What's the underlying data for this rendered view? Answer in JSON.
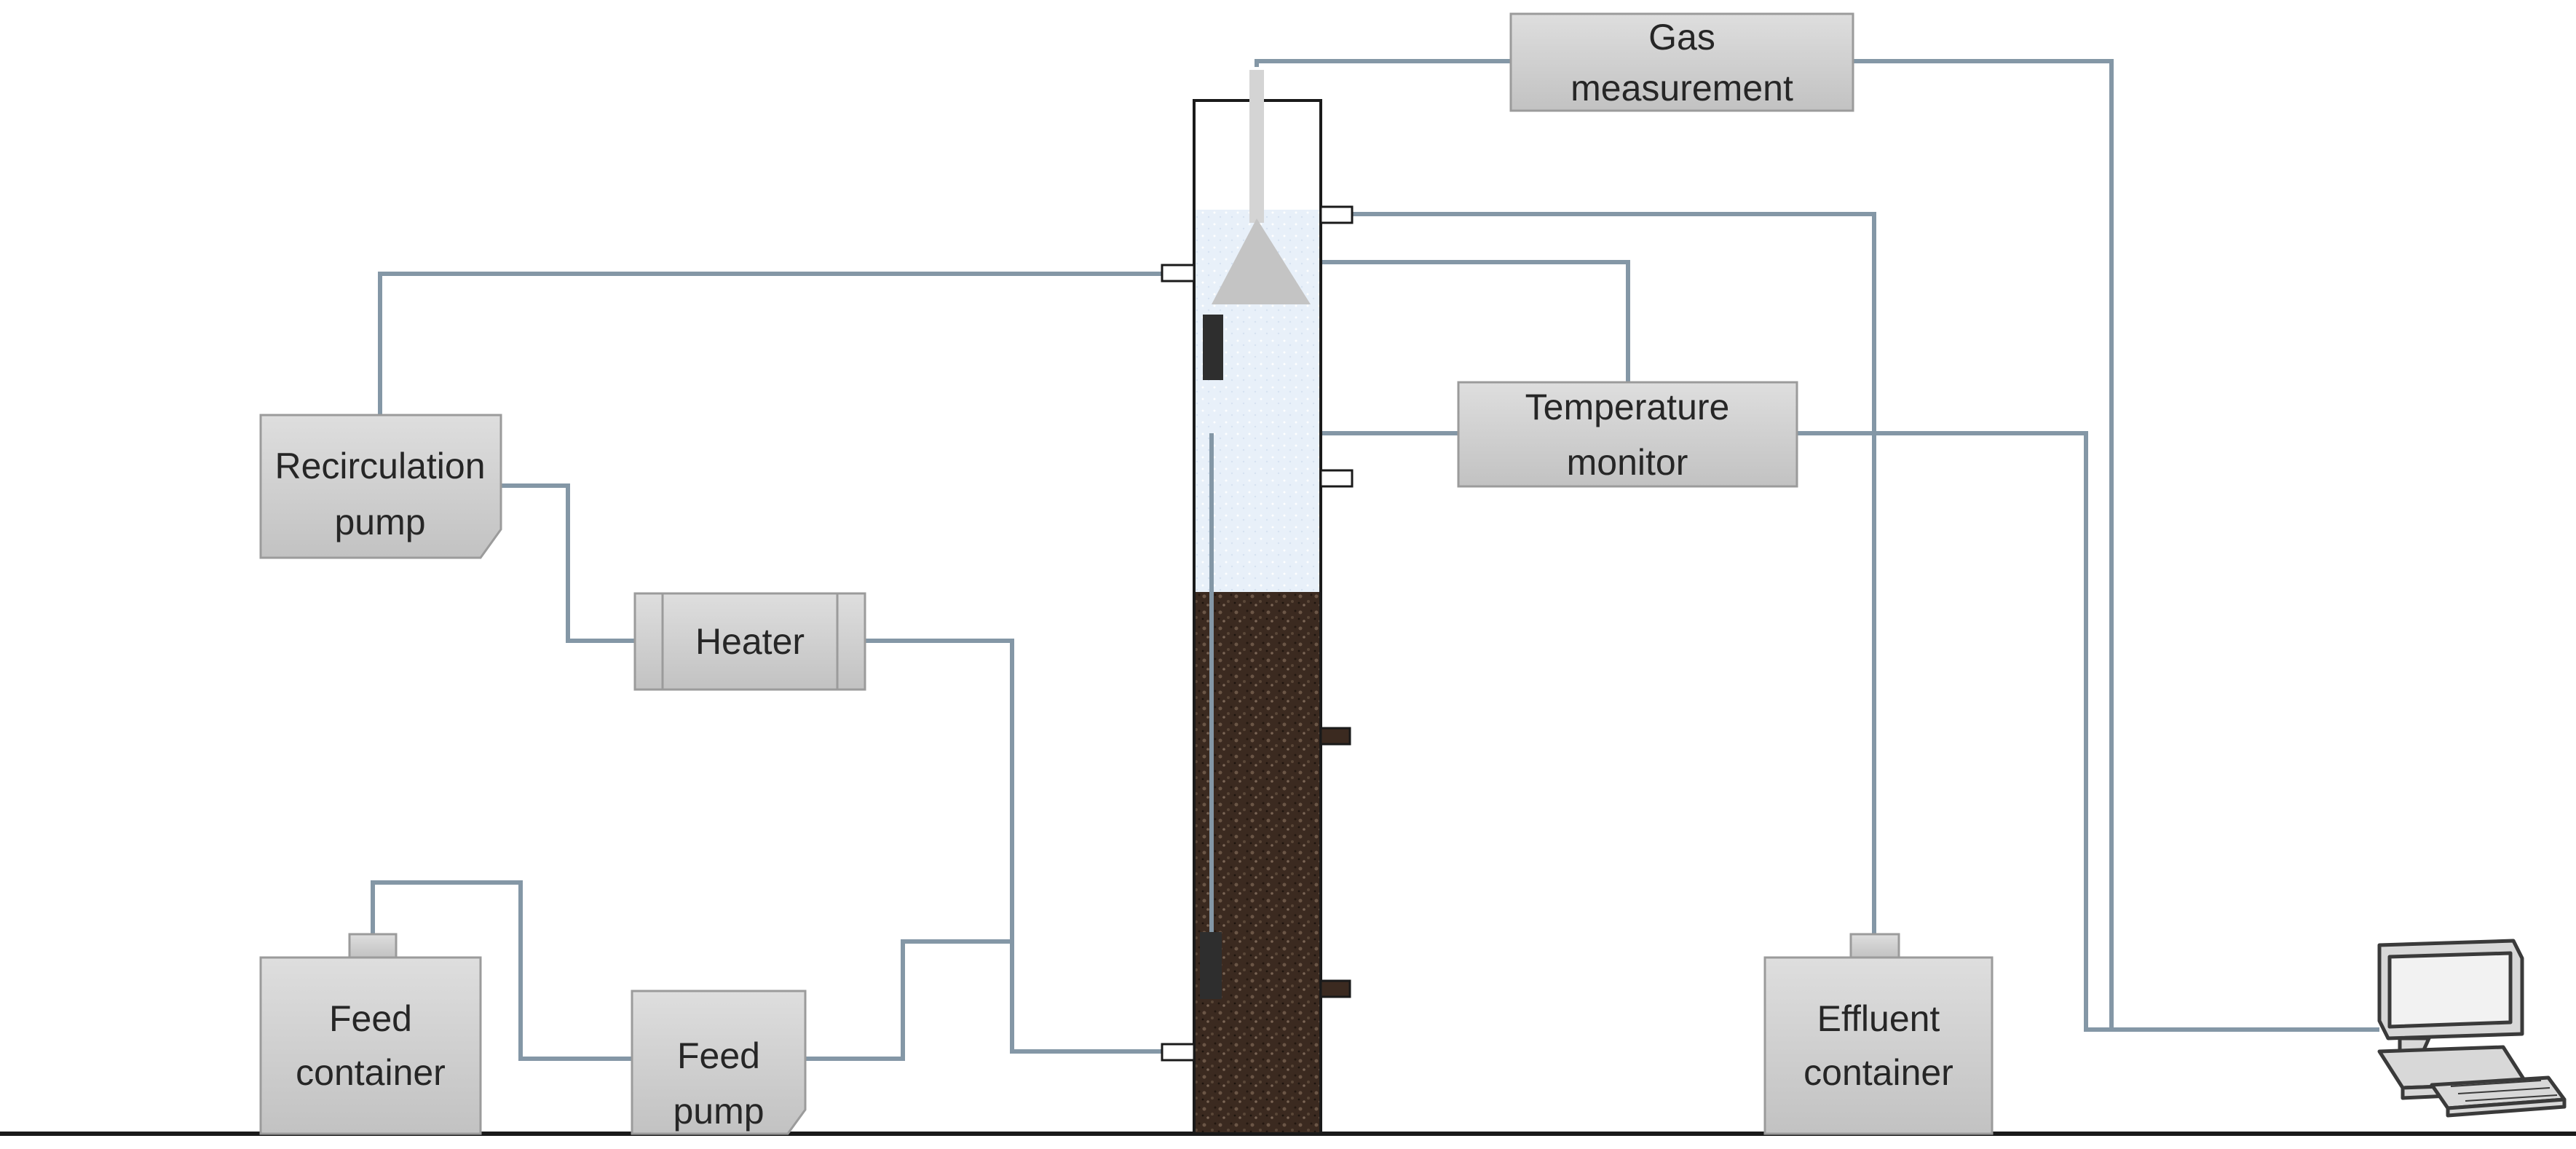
{
  "labels": {
    "gas": [
      "Gas",
      "measurement"
    ],
    "temperature": [
      "Temperature",
      "monitor"
    ],
    "recirculation": [
      "Recirculation",
      "pump"
    ],
    "heater": "Heater",
    "feed_container": [
      "Feed",
      "container"
    ],
    "feed_pump": [
      "Feed",
      "pump"
    ],
    "effluent": [
      "Effluent",
      "container"
    ]
  },
  "colors": {
    "pipe": "#8497a6",
    "box_fill": "#c8c8c8",
    "box_stroke": "#9b9b9b",
    "sludge": "#3b2a20",
    "liquid": "#e6eef8"
  },
  "icons": {
    "computer": "computer-icon",
    "gas_funnel": "gas-collector-funnel",
    "temperature_probe": "temperature-probe"
  }
}
